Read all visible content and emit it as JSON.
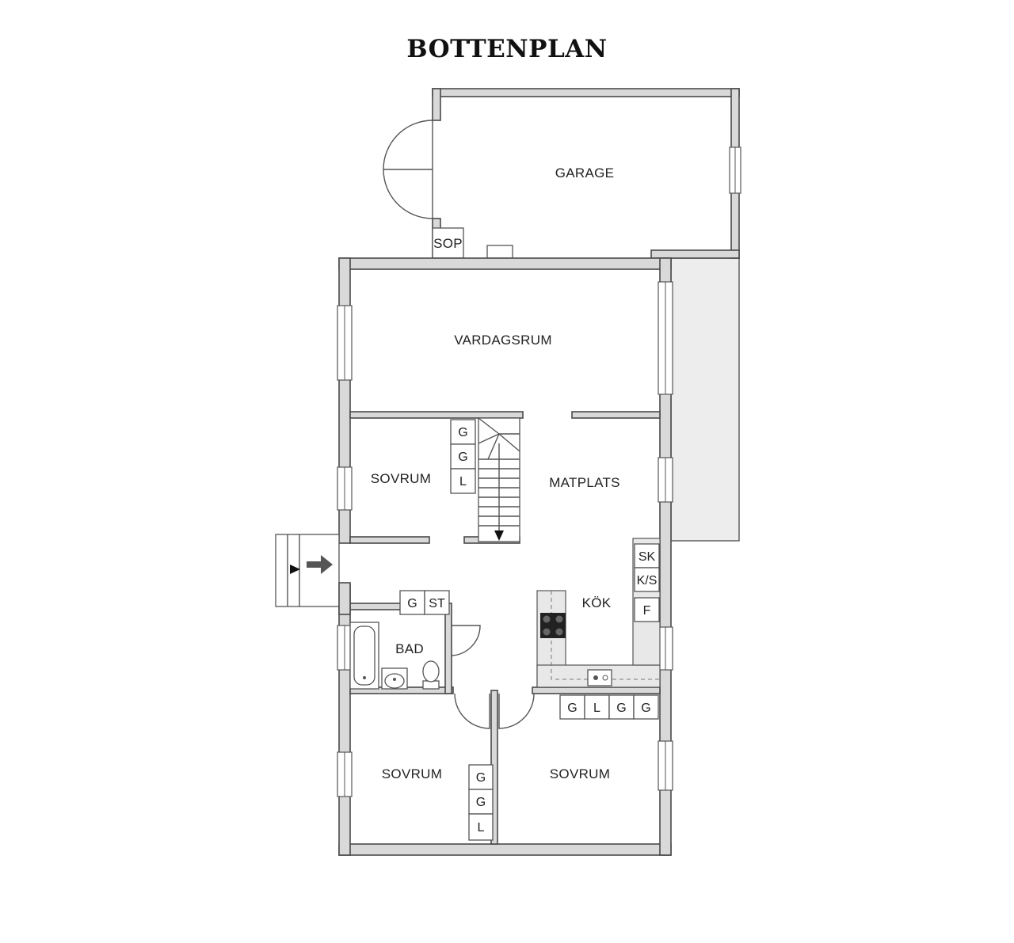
{
  "plan": {
    "title": "BOTTENPLAN",
    "rooms": {
      "garage": "GARAGE",
      "sop": "SOP",
      "vardagsrum": "VARDAGSRUM",
      "sovrum_upper": "SOVRUM",
      "matplats": "MATPLATS",
      "kok": "KÖK",
      "bad": "BAD",
      "sovrum_lower_left": "SOVRUM",
      "sovrum_lower_right": "SOVRUM"
    },
    "fixtures": {
      "wardrobe_upper": [
        "G",
        "G",
        "L"
      ],
      "hall_cabinets": [
        "G",
        "ST"
      ],
      "kitchen_appliances": [
        "SK",
        "K/S",
        "F"
      ],
      "wardrobe_right": [
        "G",
        "L",
        "G",
        "G"
      ],
      "wardrobe_lower": [
        "G",
        "G",
        "L"
      ]
    }
  }
}
